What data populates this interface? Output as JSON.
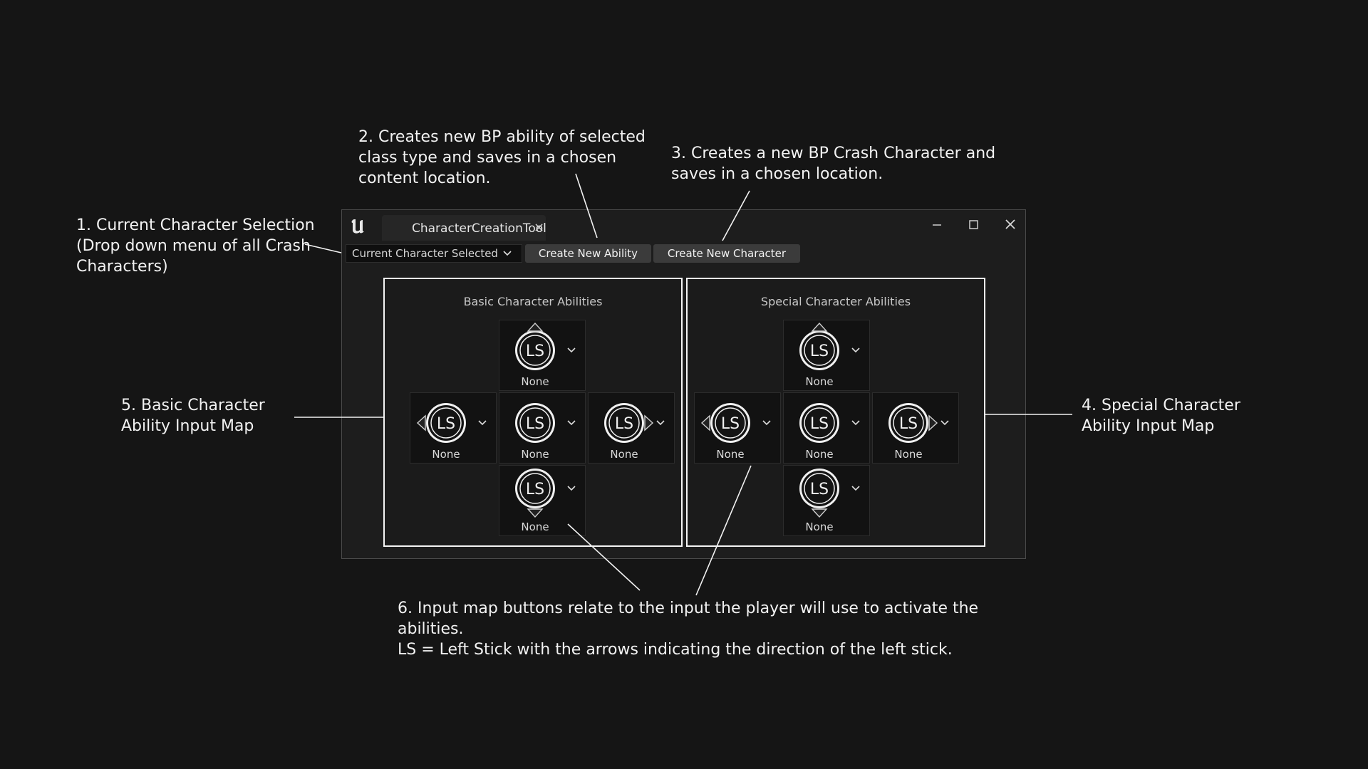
{
  "annotations": {
    "a1": [
      "1. Current Character Selection",
      "(Drop down menu of all Crash",
      "Characters)"
    ],
    "a2": [
      "2. Creates new BP ability of selected",
      "class type and saves in a chosen",
      "content location."
    ],
    "a3": [
      "3. Creates a new BP Crash Character and",
      "saves in a chosen location."
    ],
    "a4": [
      "4. Special Character",
      "Ability Input Map"
    ],
    "a5": [
      "5. Basic Character",
      "Ability Input Map"
    ],
    "a6": [
      "6. Input map buttons relate to the input the player will use to activate the",
      "abilities.",
      "LS = Left Stick with the arrows indicating the direction of the left stick."
    ]
  },
  "window": {
    "tab_title": "CharacterCreationTool",
    "tab_close": "×",
    "logo_icon": "unreal-engine-logo",
    "controls": [
      "minimize-icon",
      "maximize-icon",
      "close-icon"
    ]
  },
  "toolbar": {
    "character_dropdown": "Current Character Selected",
    "create_ability": "Create New Ability",
    "create_character": "Create New Character"
  },
  "panels": {
    "basic": {
      "title": "Basic Character Abilities",
      "up": "None",
      "left": "None",
      "center": "None",
      "right": "None",
      "down": "None"
    },
    "special": {
      "title": "Special Character Abilities",
      "up": "None",
      "left": "None",
      "center": "None",
      "right": "None",
      "down": "None"
    }
  },
  "stick_label": "LS",
  "colors": {
    "background": "#151515",
    "window": "#1d1d1d",
    "button": "#3b3b3b",
    "panel_border": "#f4f4f4"
  }
}
